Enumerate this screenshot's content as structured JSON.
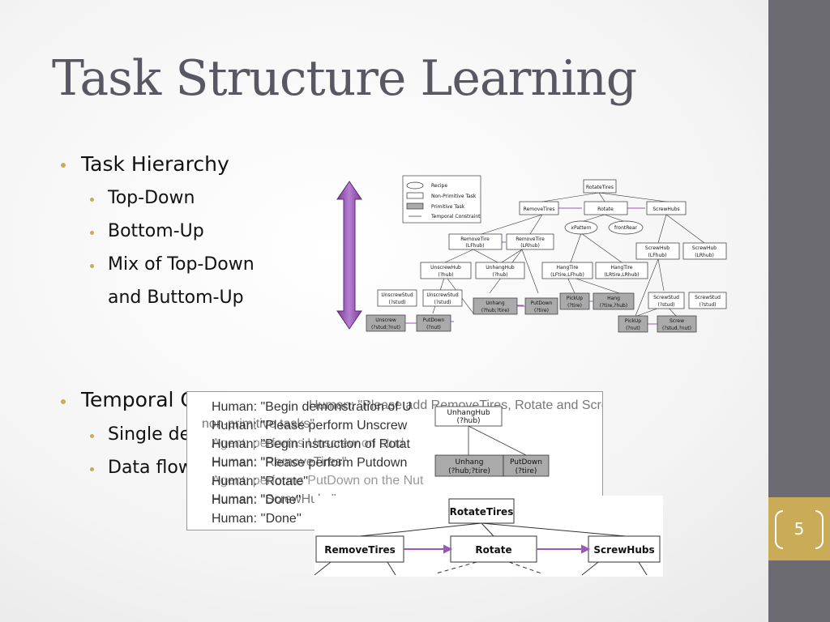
{
  "slide": {
    "title": "Task Structure Learning",
    "page_number": "5",
    "colors": {
      "sidebar": "#6d6b72",
      "accent": "#c9ab58",
      "arrow": "#9b59b6"
    }
  },
  "bullets": {
    "task_hierarchy": "Task Hierarchy",
    "top_down": "Top-Down",
    "bottom_up": "Bottom-Up",
    "mix_line1": "Mix of Top-Down",
    "mix_line2": "and Buttom-Up",
    "temporal": "Temporal Constraints",
    "single_demo": "Single demonstration",
    "data_flow": "Data flow"
  },
  "tree": {
    "legend": [
      "Recipe",
      "Non-Primitive Task",
      "Primitive Task",
      "Temporal Constraint"
    ],
    "root": "RotateTires",
    "remove_tires": "RemoveTires",
    "rotate": "Rotate",
    "screw_hubs": "ScrewHubs",
    "xpattern": "xPattern",
    "frontrear": "frontRear",
    "remove_tire_lf": [
      "RemoveTire",
      "(LFhub)"
    ],
    "remove_tire_lr": [
      "RemoveTire",
      "(LRhub)"
    ],
    "unscrew_hub": [
      "UnscrewHub",
      "(?hub)"
    ],
    "unhang_hub": [
      "UnhangHub",
      "(?hub)"
    ],
    "hang_tire_1": [
      "HangTire",
      "(LFtire,LFhub)"
    ],
    "hang_tire_2": [
      "HangTire",
      "(LRtire,LRhub)"
    ],
    "screw_hub_lf": [
      "ScrewHub",
      "(LFhub)"
    ],
    "screw_hub_lr": [
      "ScrewHub",
      "(LRhub)"
    ],
    "unscrew_stud_1": [
      "UnscrewStud",
      "(?stud)"
    ],
    "unscrew_stud_2": [
      "UnscrewStud",
      "(?stud)"
    ],
    "unhang": [
      "Unhang",
      "(?hub;?tire)"
    ],
    "putdown_tire": [
      "PutDown",
      "(?tire)"
    ],
    "pickup_tire": [
      "PickUp",
      "(?tire)"
    ],
    "hang": [
      "Hang",
      "(?tire,?hub)"
    ],
    "screw_stud_1": [
      "ScrewStud",
      "(?stud)"
    ],
    "screw_stud_2": [
      "ScrewStud",
      "(?stud)"
    ],
    "unscrew": [
      "Unscrew",
      "(?stud;?nut)"
    ],
    "putdown_nut": [
      "PutDown",
      "(?nut)"
    ],
    "pickup_nut": [
      "PickUp",
      "(?nut)"
    ],
    "screw": [
      "Screw",
      "(?stud,?nut)"
    ],
    "ellipsis": "..."
  },
  "dialog": {
    "lines_a": [
      "Human:  \"Begin demonstration of U",
      "Human:  \"Please perform Unscrew",
      "Human:  \"Begin instruction of Rotat",
      "Human:  \"Please perform Putdown",
      "Human:  \"Rotate\"",
      "Human:  \"Done\"",
      "Human:  ''Done''"
    ],
    "lines_b": [
      "Human:  \"Please add RemoveTires, Rotate and ScrewHubs as",
      "non-primitive tasks\"",
      "Agent: performs Unscrew on stud",
      "Human:  \"RemoveTires\"",
      "Agent: performs PutDown on the Nut",
      "Human:  \"ScrewHubs\""
    ],
    "subtree": {
      "parent": [
        "UnhangHub",
        "(?hub)"
      ],
      "unhang": [
        "Unhang",
        "(?hub;?tire)"
      ],
      "putdown": [
        "PutDown",
        "(?tire)"
      ]
    }
  },
  "bottom_tree": {
    "root": "RotateTires",
    "children": [
      "RemoveTires",
      "Rotate",
      "ScrewHubs"
    ]
  }
}
